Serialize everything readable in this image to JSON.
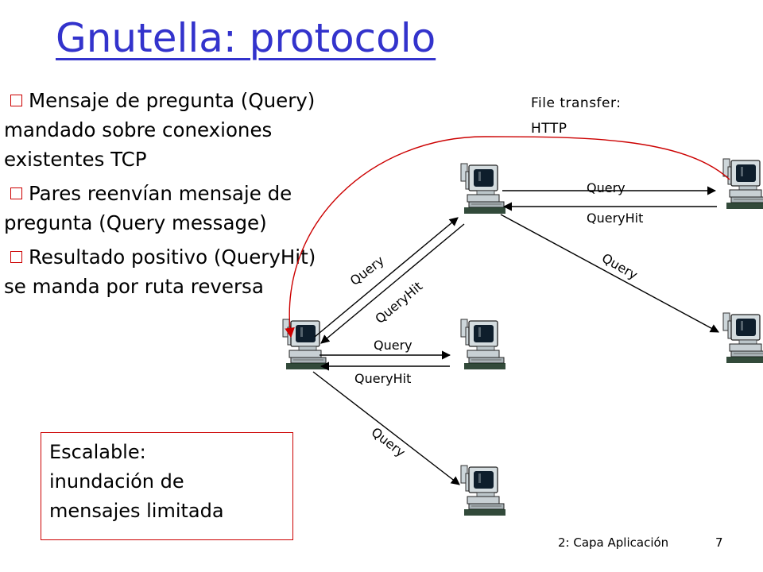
{
  "slide": {
    "title": "Gnutella: protocolo",
    "bullets": [
      "Mensaje de pregunta (Query) mandado sobre conexiones existentes TCP",
      "Pares reenvían mensaje de pregunta (Query message)",
      "Resultado positivo (QueryHit) se manda por ruta reversa"
    ],
    "box": {
      "line1": "Escalable:",
      "line2": "inundación de",
      "line3": "mensajes limitada"
    },
    "file_transfer": {
      "line1": "File transfer:",
      "line2": "HTTP"
    },
    "footer": {
      "chapter": "2: Capa Aplicación",
      "page": "7"
    },
    "colors": {
      "title": "#3333cc",
      "accent": "#cc0000",
      "screen": "#0e1e2c",
      "case": "#cdd6da"
    }
  },
  "diagram": {
    "labels": {
      "query_right": "Query",
      "queryhit_right": "QueryHit",
      "query_diag": "Query",
      "queryhit_diag": "QueryHit",
      "query_down_right": "Query",
      "query_mid": "Query",
      "queryhit_mid": "QueryHit",
      "query_bottom": "Query"
    }
  }
}
